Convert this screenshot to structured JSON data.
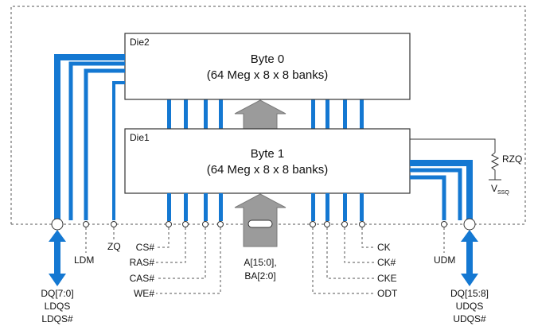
{
  "colors": {
    "bus_blue": "#1478d2",
    "arrow_gray": "#9b9b9b",
    "outline": "#333333"
  },
  "dies": {
    "top": {
      "label": "Die2",
      "line1": "Byte 0",
      "line2": "(64 Meg x 8 x 8 banks)"
    },
    "bottom": {
      "label": "Die1",
      "line1": "Byte 1",
      "line2": "(64 Meg x 8 x 8 banks)"
    }
  },
  "pins": {
    "ldm": "LDM",
    "zq": "ZQ",
    "cs": "CS#",
    "ras": "RAS#",
    "cas": "CAS#",
    "we": "WE#",
    "addr_line1": "A[15:0],",
    "addr_line2": "BA[2:0]",
    "ck": "CK",
    "ckn": "CK#",
    "cke": "CKE",
    "odt": "ODT",
    "udm": "UDM",
    "dq_low": [
      "DQ[7:0]",
      "LDQS",
      "LDQS#"
    ],
    "dq_high": [
      "DQ[15:8]",
      "UDQS",
      "UDQS#"
    ]
  },
  "resistor": {
    "label": "RZQ",
    "supply_main": "V",
    "supply_sub": "SSQ"
  }
}
